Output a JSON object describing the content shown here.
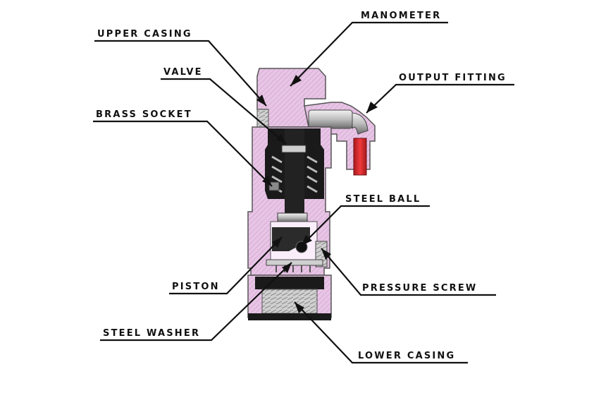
{
  "labels": {
    "manometer": "MANOMETER",
    "upper_casing": "UPPER CASING",
    "output_fitting": "OUTPUT FITTING",
    "valve": "VALVE",
    "brass_socket": "BRASS SOCKET",
    "steel_ball": "STEEL BALL",
    "piston": "PISTON",
    "pressure_screw": "PRESSURE SCREW",
    "steel_washer": "STEEL WASHER",
    "lower_casing": "LOWER CASING"
  },
  "colors": {
    "casing": "#e8c4e6",
    "casing_hatch": "#b98ab6",
    "dark_part": "#1a1a1a",
    "brass": "#9a9a9a",
    "red_tube": "#e0262a",
    "metal": "#c9c9c9"
  }
}
